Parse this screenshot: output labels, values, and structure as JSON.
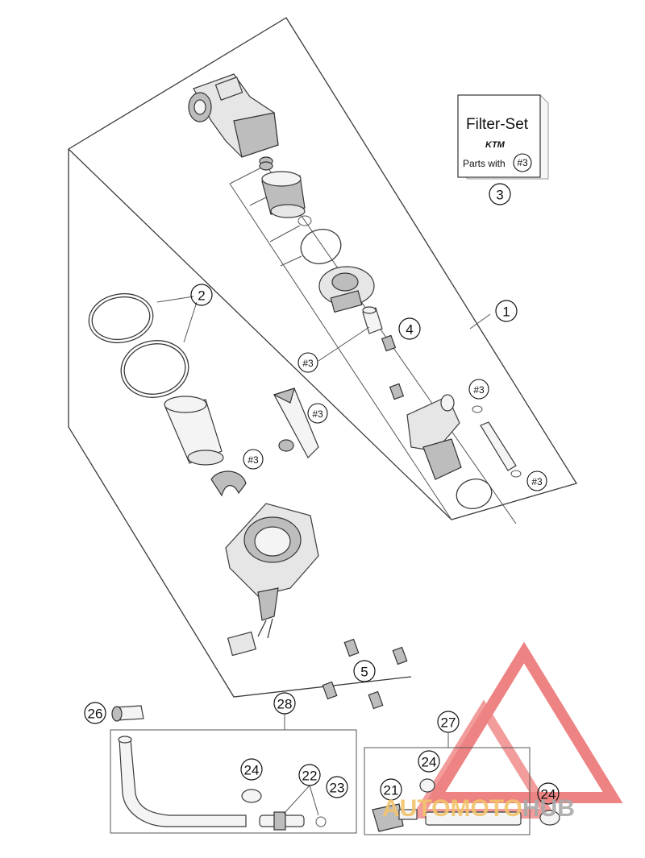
{
  "filter_set": {
    "title": "Filter-Set",
    "brand": "KTM",
    "parts_with_prefix": "Parts with",
    "parts_with_ref": "#3"
  },
  "callouts": [
    {
      "id": "callout-1",
      "label": "1"
    },
    {
      "id": "callout-2",
      "label": "2"
    },
    {
      "id": "callout-3",
      "label": "3"
    },
    {
      "id": "callout-4",
      "label": "4"
    },
    {
      "id": "callout-5",
      "label": "5"
    },
    {
      "id": "callout-21",
      "label": "21"
    },
    {
      "id": "callout-22",
      "label": "22"
    },
    {
      "id": "callout-23",
      "label": "23"
    },
    {
      "id": "callout-24a",
      "label": "24"
    },
    {
      "id": "callout-24b",
      "label": "24"
    },
    {
      "id": "callout-24c",
      "label": "24"
    },
    {
      "id": "callout-26",
      "label": "26"
    },
    {
      "id": "callout-27",
      "label": "27"
    },
    {
      "id": "callout-28",
      "label": "28"
    }
  ],
  "references": [
    {
      "id": "ref-a",
      "label": "#3"
    },
    {
      "id": "ref-b",
      "label": "#3"
    },
    {
      "id": "ref-c",
      "label": "#3"
    },
    {
      "id": "ref-d",
      "label": "#3"
    },
    {
      "id": "ref-e",
      "label": "#3"
    },
    {
      "id": "ref-f",
      "label": "#3"
    }
  ],
  "watermark": {
    "part1": "AUTOMOTO",
    "part2": "HUB",
    "color_primary": "#f2c46b",
    "color_secondary": "#a9a9a9",
    "logo_color": "#e85a5a"
  }
}
